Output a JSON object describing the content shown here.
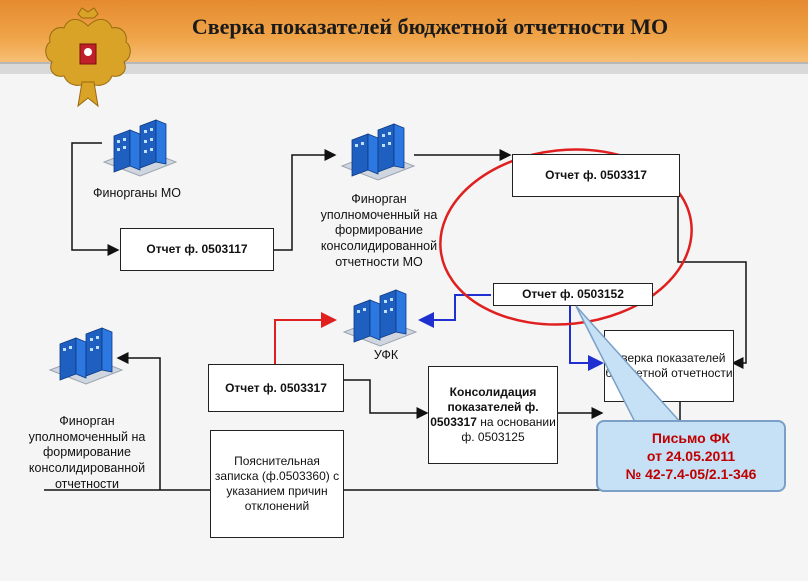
{
  "header": {
    "title": "Сверка показателей бюджетной отчетности МО"
  },
  "nodes": {
    "finorgans_mo": "Финорганы МО",
    "report_0503117": "Отчет ф. 0503117",
    "finorgan_top": "Финорган уполномоченный на формирование консолидированной отчетности МО",
    "report_0503317_top": "Отчет ф. 0503317",
    "report_0503152": "Отчет ф. 0503152",
    "ufk": "УФК",
    "report_0503317_mid": "Отчет ф. 0503317",
    "finorgan_left": "Финорган уполномоченный на формирование консолидированной отчетности",
    "explanatory_note": "Пояснительная записка (ф.0503360) с указанием причин отклонений",
    "consolidation_bold": "Консолидация показателей ф. 0503317",
    "consolidation_rest": " на основании ф. 0503125",
    "reconciliation": "Сверка показателей бюджетной отчетности"
  },
  "callout": {
    "line1": "Письмо ФК",
    "line2": "от 24.05.2011",
    "line3": "№ 42-7.4-05/2.1-346"
  },
  "colors": {
    "header_orange": "#e58a2f",
    "building_blue": "#1f5fbf",
    "arrow_red": "#e02020",
    "arrow_blue": "#2030d0",
    "ellipse_red": "#e02020",
    "callout_fill": "#c6e0f5",
    "callout_text": "#c00000"
  },
  "icons": [
    "emblem-icon",
    "building-icon"
  ]
}
